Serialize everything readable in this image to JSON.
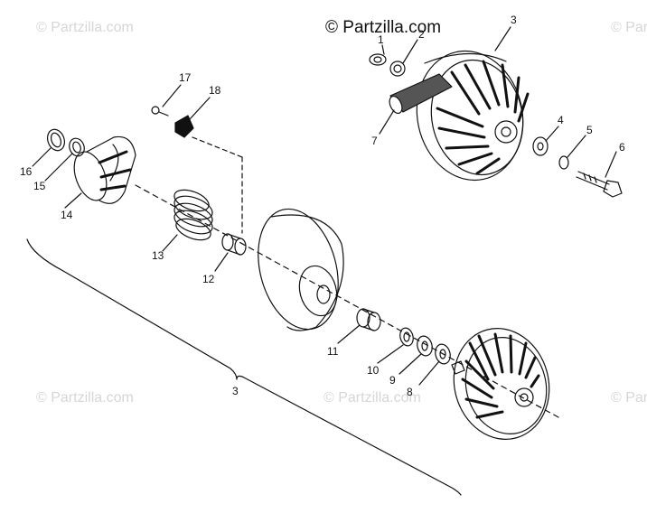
{
  "watermark": {
    "main": "© Partzilla.com",
    "faded": "© Partzilla.com"
  },
  "callouts": [
    "1",
    "2",
    "3",
    "4",
    "5",
    "6",
    "7",
    "8",
    "9",
    "10",
    "11",
    "12",
    "13",
    "14",
    "15",
    "16",
    "17",
    "18",
    "3"
  ],
  "colors": {
    "ink": "#111111",
    "watermark": "#d6d6d6",
    "background": "#ffffff"
  }
}
